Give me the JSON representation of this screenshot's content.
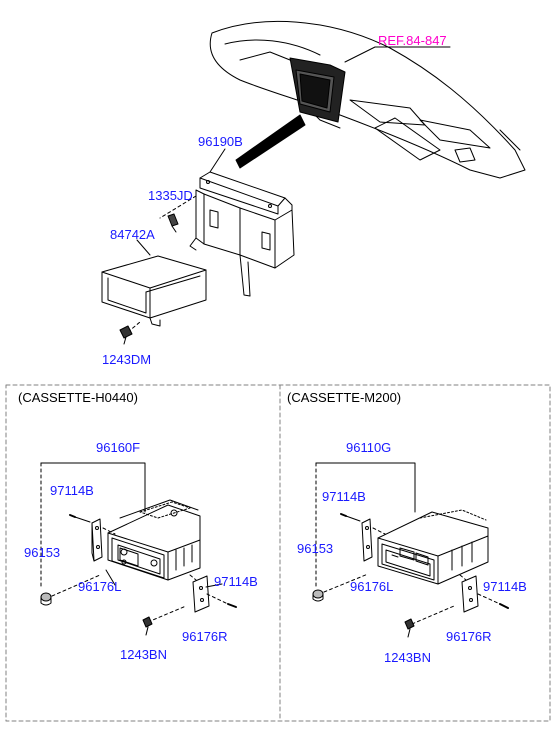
{
  "ref_label": "REF.84-847",
  "top_parts": {
    "bracket": "96190B",
    "clip": "1335JD",
    "pocket": "84742A",
    "screw": "1243DM"
  },
  "left_panel": {
    "caption": "(CASSETTE-H0440)",
    "audio_unit": "96160F",
    "bolt_upper": "97114B",
    "knob": "96153",
    "bracket_left": "96176L",
    "bolt_right": "97114B",
    "bracket_right": "96176R",
    "screw": "1243BN"
  },
  "right_panel": {
    "caption": "(CASSETTE-M200)",
    "audio_unit": "96110G",
    "bolt_upper": "97114B",
    "knob": "96153",
    "bracket_left": "96176L",
    "bolt_right": "97114B",
    "bracket_right": "96176R",
    "screw": "1243BN"
  },
  "colors": {
    "part_label": "#1a1aff",
    "ref_label": "#ff00cc",
    "line": "#000000",
    "dashed_frame": "#808080"
  }
}
